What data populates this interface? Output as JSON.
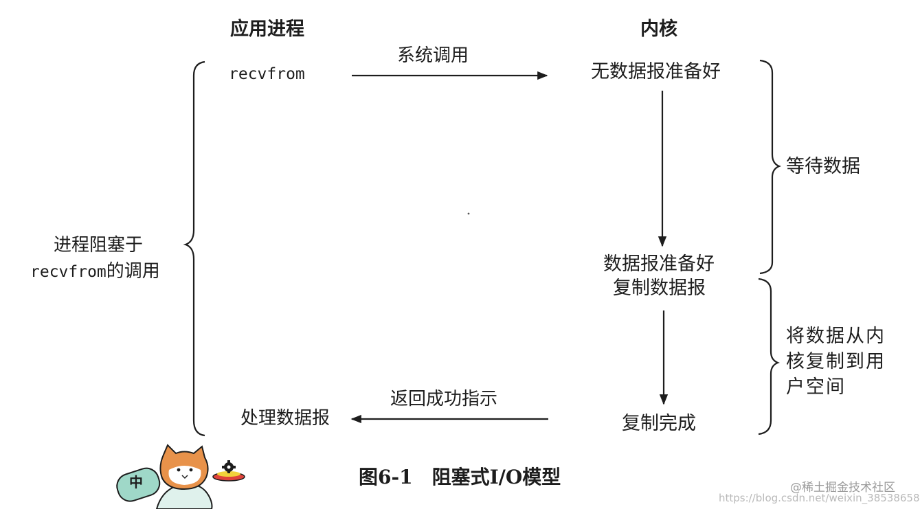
{
  "diagram": {
    "headers": {
      "app_process": "应用进程",
      "kernel": "内核"
    },
    "app": {
      "recvfrom": "recvfrom",
      "blocked_label_line1": "进程阻塞于",
      "blocked_label_line2_code": "recvfrom",
      "blocked_label_line2_text": "的调用",
      "process_datagram": "处理数据报"
    },
    "arrows": {
      "system_call": "系统调用",
      "return_success": "返回成功指示"
    },
    "kernel_steps": {
      "no_datagram_ready": "无数据报准备好",
      "datagram_ready": "数据报准备好",
      "copy_datagram": "复制数据报",
      "copy_complete": "复制完成"
    },
    "phases": {
      "wait_for_data": "等待数据",
      "copy_line1": "将数据从内",
      "copy_line2": "核复制到用",
      "copy_line3": "户空间"
    },
    "caption": "图6-1　阻塞式I/O模型"
  },
  "watermark": {
    "community": "@稀土掘金技术社区",
    "url": "https://blog.csdn.net/weixin_38538658"
  },
  "mascot": {
    "badge_text": "中"
  },
  "colors": {
    "ink": "#1d1d1d",
    "watermark": "#b9b9b9",
    "cat_orange": "#e8924a",
    "badge_teal": "#9fd8c8"
  }
}
